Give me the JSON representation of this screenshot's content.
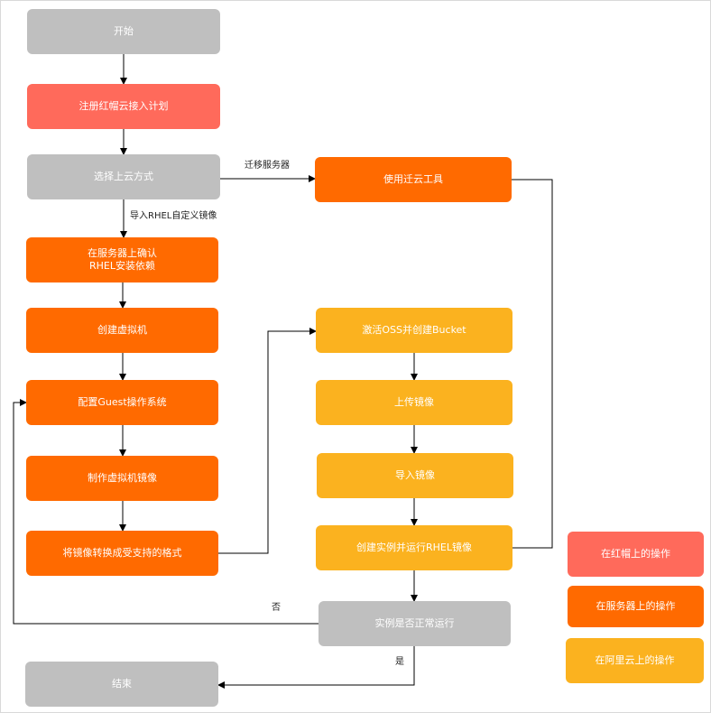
{
  "colors": {
    "gray": "#bfbfbf",
    "red": "#ff6a5b",
    "orange": "#ff6a00",
    "yellow": "#fbb21f",
    "line": "#000000"
  },
  "nodes": {
    "start": "开始",
    "register": "注册红帽云接入计划",
    "choose": "选择上云方式",
    "migrate_tool": "使用迁云工具",
    "confirm": "在服务器上确认\nRHEL安装依赖",
    "create_vm": "创建虚拟机",
    "configure": "配置Guest操作系统",
    "make_image": "制作虚拟机镜像",
    "convert": "将镜像转换成受支持的格式",
    "oss": "激活OSS并创建Bucket",
    "upload": "上传镜像",
    "import": "导入镜像",
    "create_instance": "创建实例并运行RHEL镜像",
    "check": "实例是否正常运行",
    "end": "结束"
  },
  "edge_labels": {
    "migrate_server": "迁移服务器",
    "import_custom": "导入RHEL自定义镜像",
    "no": "否",
    "yes": "是"
  },
  "legend": {
    "redhat": "在红帽上的操作",
    "server": "在服务器上的操作",
    "aliyun": "在阿里云上的操作"
  }
}
